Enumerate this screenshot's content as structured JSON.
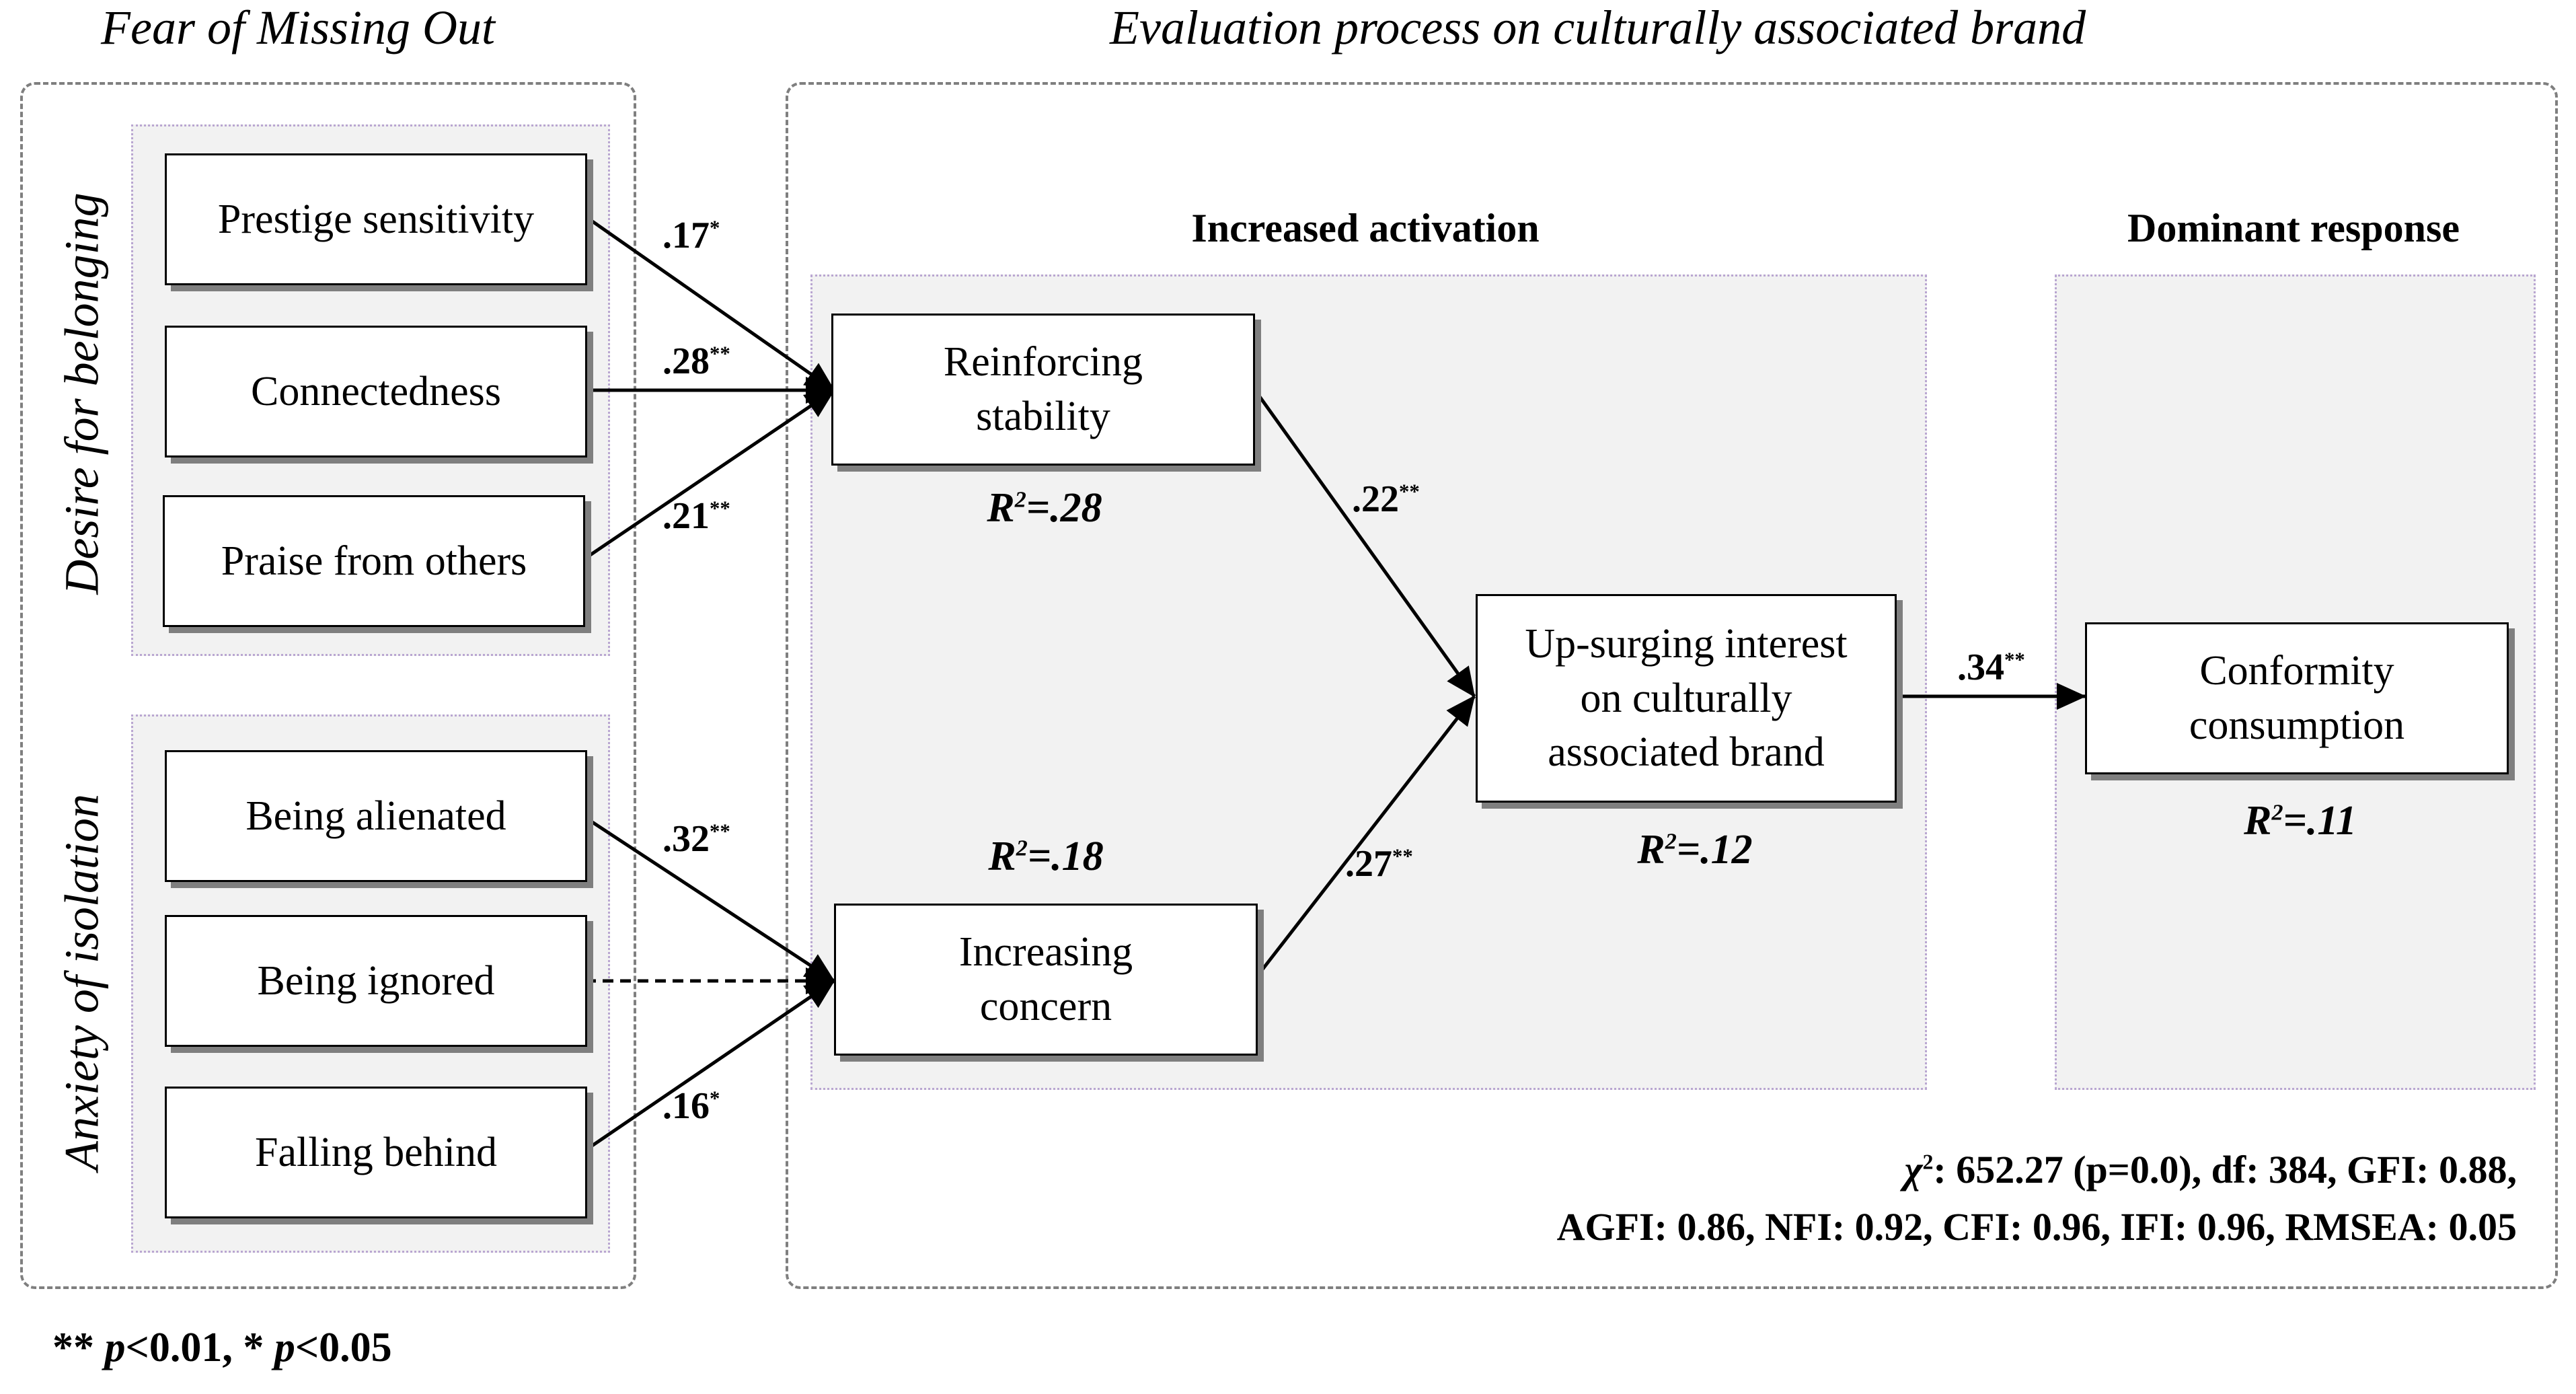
{
  "titles": {
    "fomo": "Fear of Missing Out",
    "evaluation": "Evaluation process on culturally associated brand"
  },
  "groups": {
    "desire": "Desire for belonging",
    "anxiety": "Anxiety of isolation"
  },
  "panels": {
    "activation": "Increased activation",
    "dominant": "Dominant response"
  },
  "nodes": {
    "prestige": "Prestige sensitivity",
    "connectedness": "Connectedness",
    "praise": "Praise from others",
    "alienated": "Being alienated",
    "ignored": "Being ignored",
    "falling": "Falling behind",
    "stability": "Reinforcing\nstability",
    "concern": "Increasing\nconcern",
    "interest": "Up-surging interest\non culturally\nassociated brand",
    "conformity": "Conformity\nconsumption"
  },
  "r_squared": {
    "stability": "=.28",
    "concern": "=.18",
    "interest": "=.12",
    "conformity": "=.11"
  },
  "paths": [
    {
      "from": "prestige",
      "to": "stability",
      "coef": ".17",
      "sig": "*",
      "style": "solid"
    },
    {
      "from": "connectedness",
      "to": "stability",
      "coef": ".28",
      "sig": "**",
      "style": "solid"
    },
    {
      "from": "praise",
      "to": "stability",
      "coef": ".21",
      "sig": "**",
      "style": "solid"
    },
    {
      "from": "alienated",
      "to": "concern",
      "coef": ".32",
      "sig": "**",
      "style": "solid"
    },
    {
      "from": "ignored",
      "to": "concern",
      "coef": "",
      "sig": "",
      "style": "dashed"
    },
    {
      "from": "falling",
      "to": "concern",
      "coef": ".16",
      "sig": "*",
      "style": "solid"
    },
    {
      "from": "stability",
      "to": "interest",
      "coef": ".22",
      "sig": "**",
      "style": "solid"
    },
    {
      "from": "concern",
      "to": "interest",
      "coef": ".27",
      "sig": "**",
      "style": "solid"
    },
    {
      "from": "interest",
      "to": "conformity",
      "coef": ".34",
      "sig": "**",
      "style": "solid"
    }
  ],
  "fit": {
    "line1_rest": ": 652.27 (p=0.0), df: 384, GFI: 0.88,",
    "line2": "AGFI: 0.86, NFI: 0.92, CFI: 0.96, IFI: 0.96, RMSEA: 0.05"
  },
  "footnote": {
    "sig2": "** ",
    "sig1": ", * ",
    "p": "p",
    "thr2": "<0.01",
    "thr1": "<0.05"
  }
}
